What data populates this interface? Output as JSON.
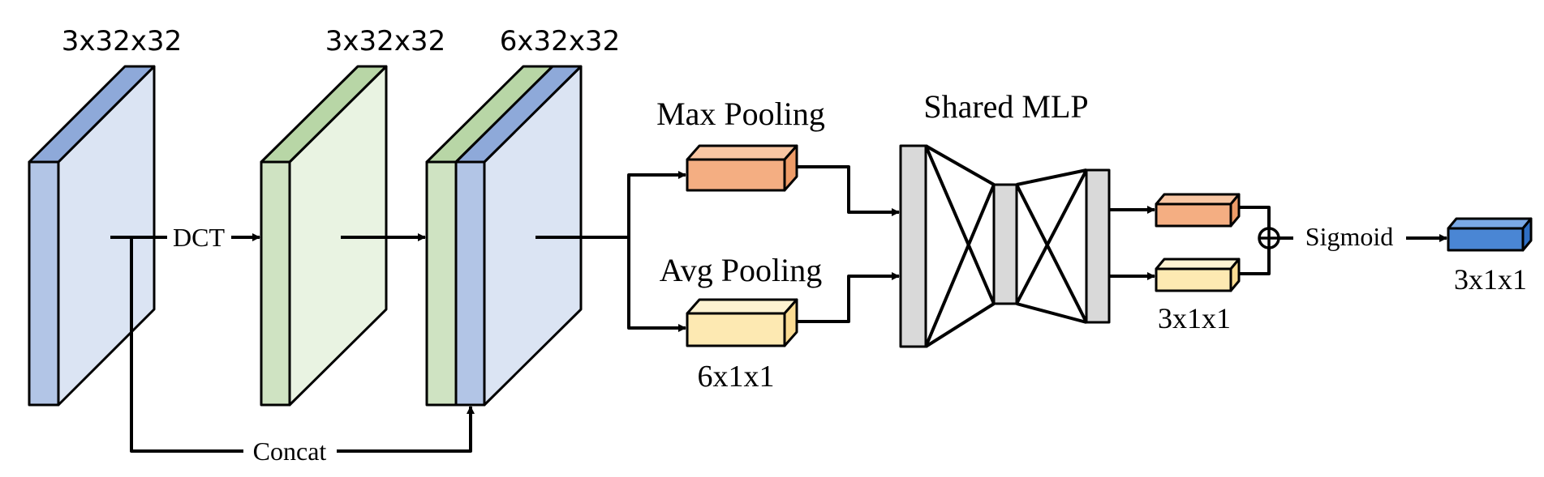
{
  "colors": {
    "blue_front": "#b2c5e6",
    "blue_face": "#dbe4f3",
    "blue_top": "#8ea9d9",
    "green_front": "#cfe3c2",
    "green_face": "#e9f3e2",
    "green_top": "#b8d6a6",
    "orange_front": "#f4ae82",
    "orange_top": "#f8c6a3",
    "orange_side": "#ee9c68",
    "cream_front": "#fde9b2",
    "cream_top": "#fef3d2",
    "cream_side": "#fbdc93",
    "gray_bar": "#d9d9d9",
    "output_front": "#4a86d4",
    "output_top": "#7aa9e6",
    "output_side": "#2f6fc4"
  },
  "labels": {
    "input_dims": "3x32x32",
    "dct_dims": "3x32x32",
    "concat_dims": "6x32x32",
    "dct": "DCT",
    "concat": "Concat",
    "max_pooling": "Max Pooling",
    "avg_pooling": "Avg Pooling",
    "pool_dims": "6x1x1",
    "shared_mlp": "Shared MLP",
    "mlp_out_dims": "3x1x1",
    "sigmoid": "Sigmoid",
    "output_dims": "3x1x1"
  }
}
